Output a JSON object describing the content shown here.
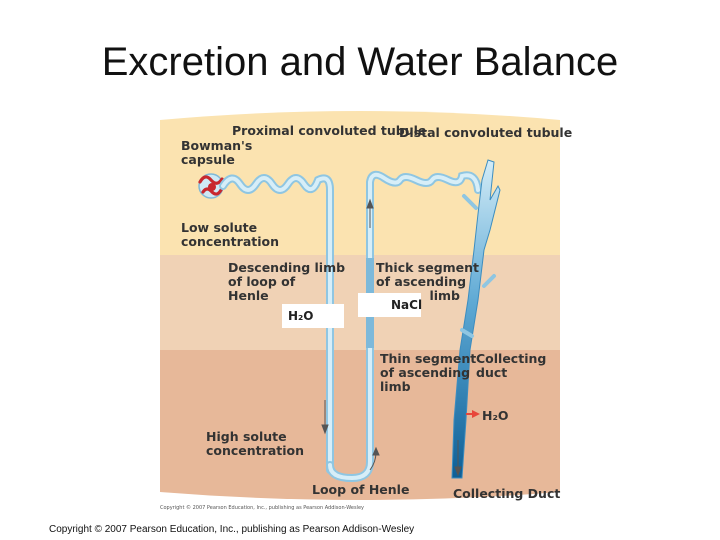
{
  "slide": {
    "title": "Excretion and Water Balance",
    "footer": "Copyright © 2007 Pearson Education, Inc., publishing as Pearson Addison-Wesley"
  },
  "diagram": {
    "credit": "Copyright © 2007 Pearson Education, Inc., publishing as Pearson Addison-Wesley",
    "labels": {
      "proximal": "Proximal convoluted tubule",
      "distal": "Distal convoluted tubule",
      "bowmans": [
        "Bowman's",
        "capsule"
      ],
      "low_solute": [
        "Low solute",
        "concentration"
      ],
      "descending": [
        "Descending limb",
        "of loop of",
        "Henle"
      ],
      "thick": [
        "Thick segment",
        "of ascending",
        "limb"
      ],
      "thin": [
        "Thin segment",
        "of ascending",
        "limb"
      ],
      "collecting": [
        "Collecting",
        "duct"
      ],
      "high_solute": [
        "High solute",
        "concentration"
      ],
      "loop": "Loop of Henle",
      "collecting_duct": "Collecting Duct"
    },
    "boxes": {
      "h2o_left": "H₂O",
      "nacl": "NaCl",
      "h2o_right": "H₂O"
    },
    "colors": {
      "cortex": "#fbe3b0",
      "outer_medulla": "#f0d2b5",
      "inner_medulla": "#e7b899",
      "tubule": "#a9d6ec",
      "duct": "#1d7fb8",
      "arrow": "#e8463a",
      "glomerulus": "#c8282e"
    }
  }
}
